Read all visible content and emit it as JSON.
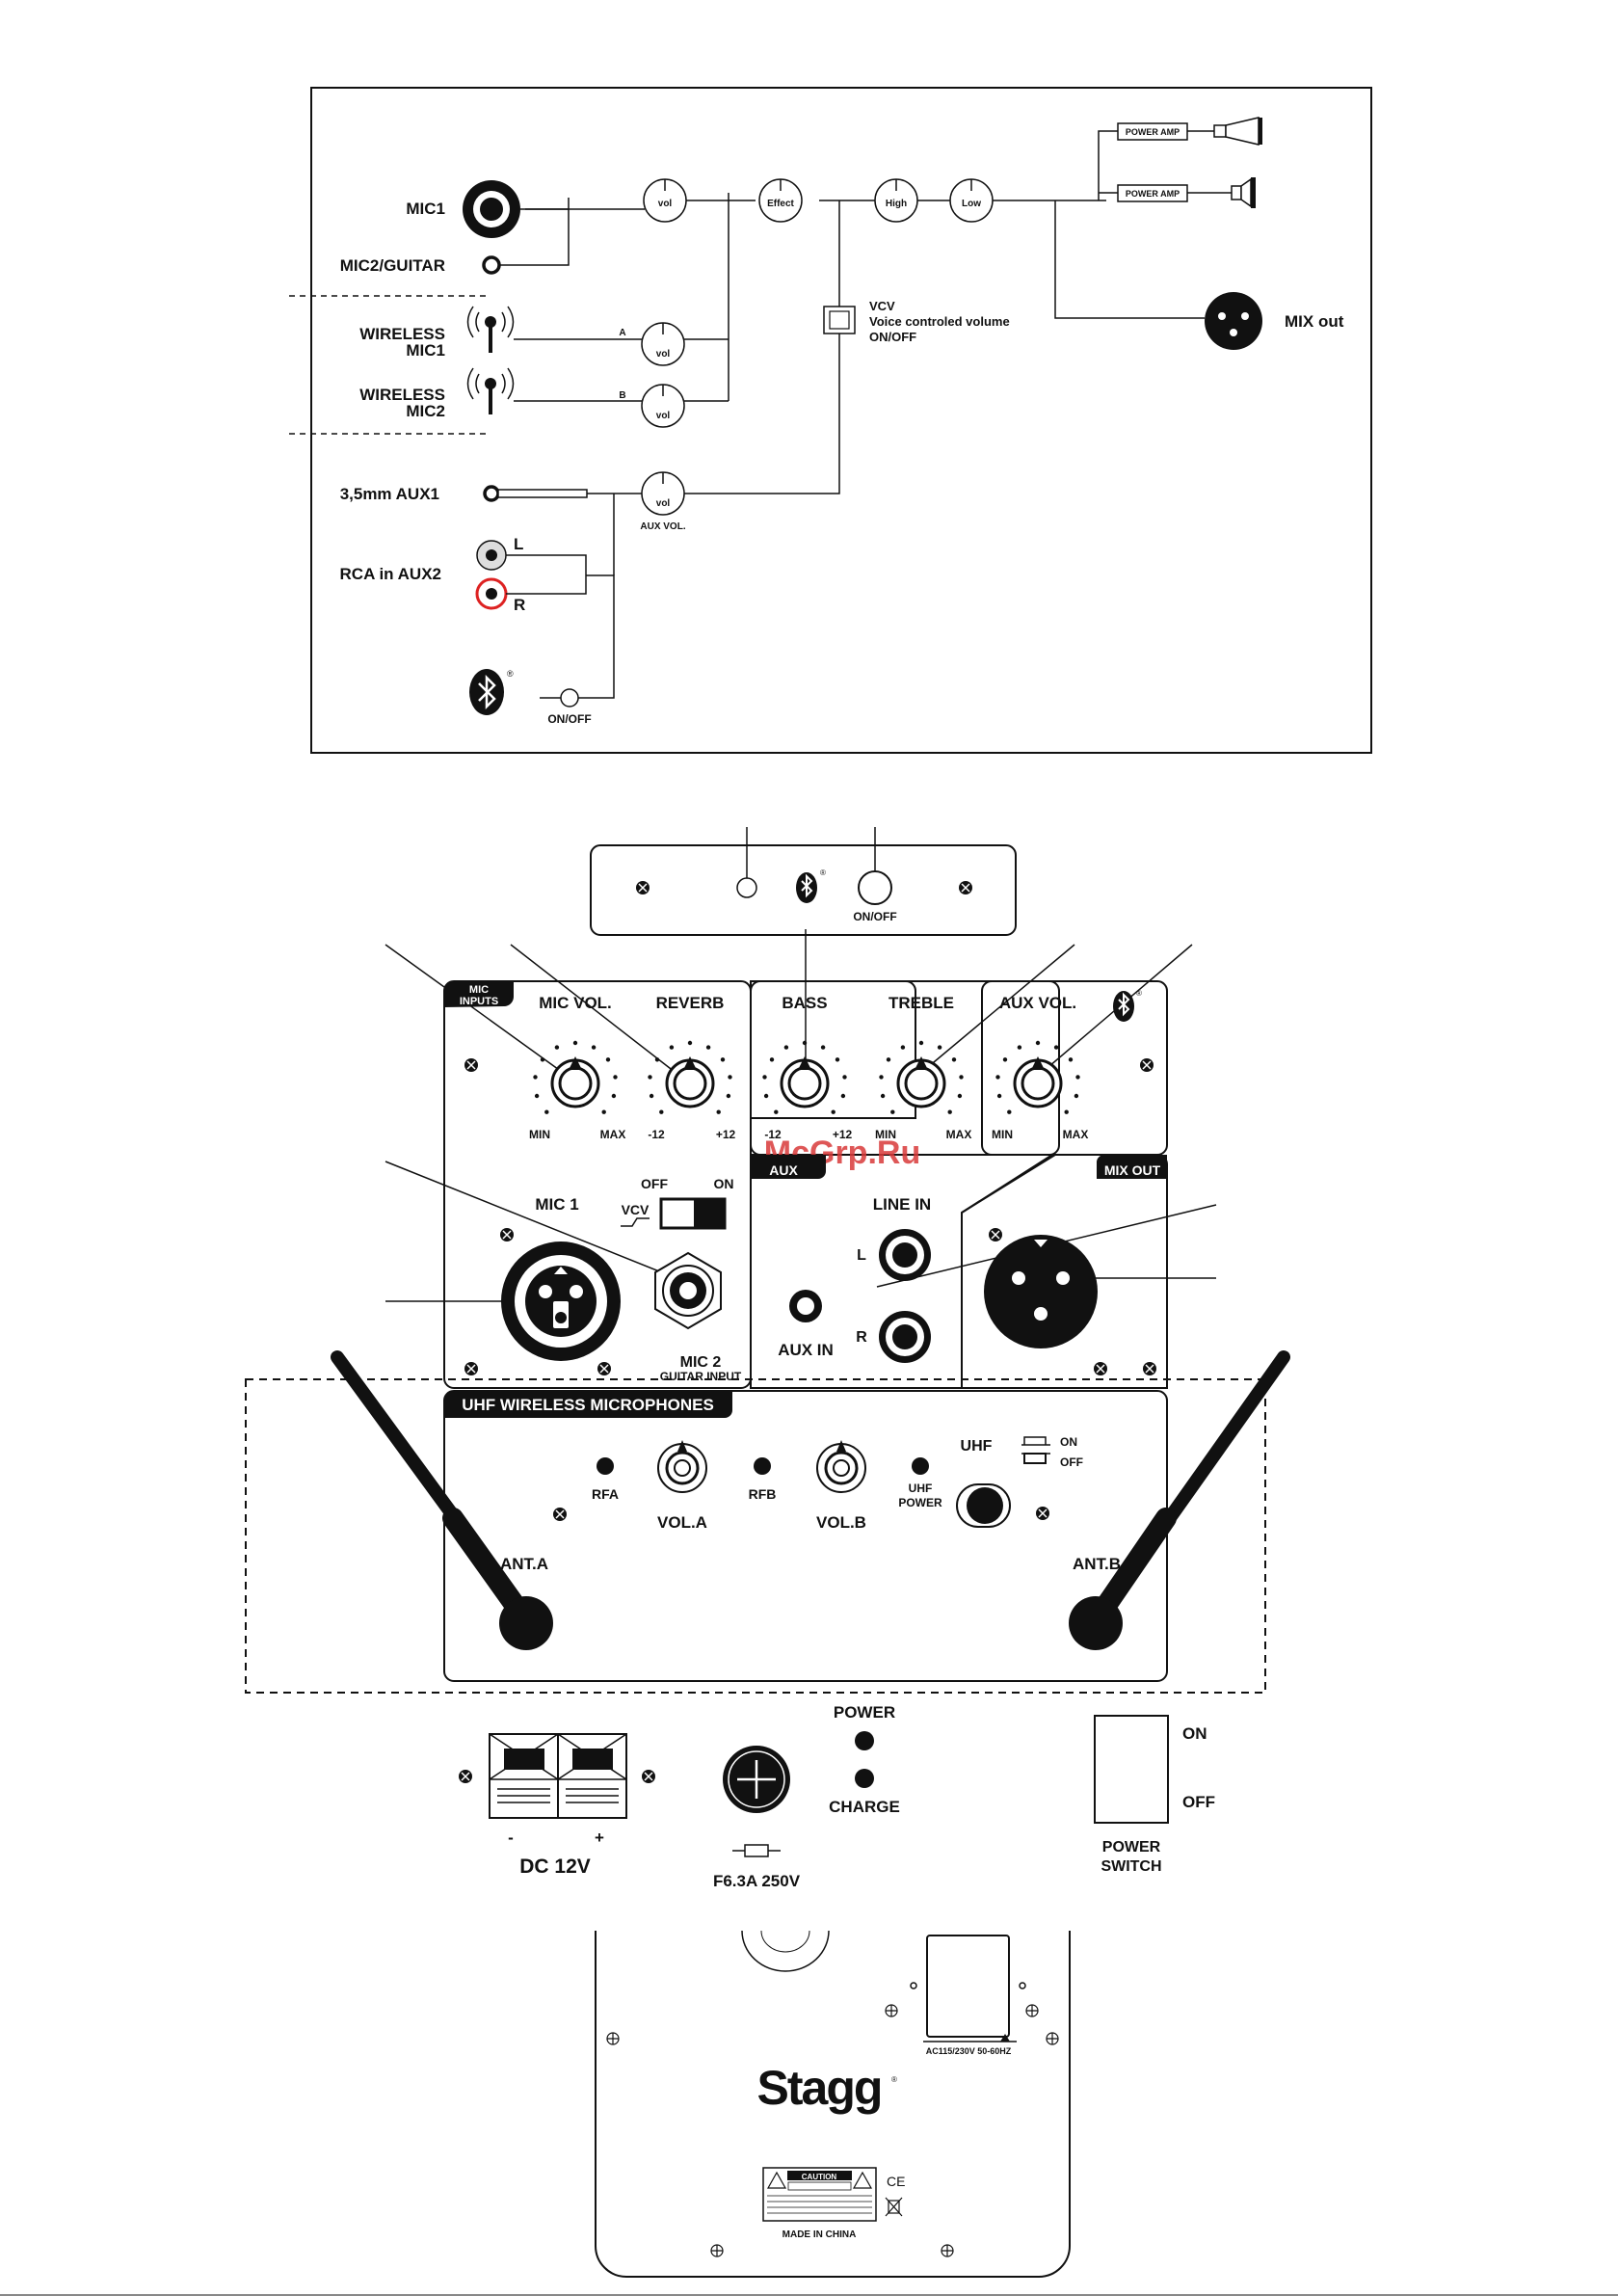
{
  "block_diagram": {
    "inputs": {
      "mic1": "MIC1",
      "mic2_guitar": "MIC2/GUITAR",
      "wireless1": [
        "WIRELESS",
        "MIC1"
      ],
      "wireless2": [
        "WIRELESS",
        "MIC2"
      ],
      "aux1": "3,5mm AUX1",
      "rca": "RCA in AUX2",
      "rca_l": "L",
      "rca_r": "R",
      "bt_onoff": "ON/OFF"
    },
    "knobs": {
      "vol": "vol",
      "effect": "Effect",
      "high": "High",
      "low": "Low",
      "aux_vol": "AUX VOL.",
      "ch_a": "A",
      "ch_b": "B"
    },
    "vcv": [
      "VCV",
      "Voice controled volume",
      "ON/OFF"
    ],
    "power_amp": "POWER AMP",
    "mix_out": "MIX out"
  },
  "bt_panel": {
    "onoff": "ON/OFF"
  },
  "control_panel": {
    "mic_inputs_badge": [
      "MIC",
      "INPUTS"
    ],
    "mic_vol": "MIC VOL.",
    "reverb": "REVERB",
    "bass": "BASS",
    "treble": "TREBLE",
    "aux_vol": "AUX VOL.",
    "min": "MIN",
    "max": "MAX",
    "minus12": "-12",
    "plus12": "+12",
    "watermark": "McGrp.Ru",
    "mic1": "MIC 1",
    "vcv": "VCV",
    "off": "OFF",
    "on": "ON",
    "mic2": "MIC 2",
    "guitar_input": "GUITAR INPUT",
    "aux_badge": "AUX",
    "line_in": "LINE IN",
    "l": "L",
    "r": "R",
    "aux_in": "AUX IN",
    "mix_out_badge": "MIX OUT"
  },
  "uhf_panel": {
    "title": "UHF WIRELESS MICROPHONES",
    "rfa": "RFA",
    "vol_a": "VOL.A",
    "rfb": "RFB",
    "vol_b": "VOL.B",
    "uhf_power": [
      "UHF",
      "POWER"
    ],
    "uhf": "UHF",
    "on": "ON",
    "off": "OFF",
    "ant_a": "ANT.A",
    "ant_b": "ANT.B"
  },
  "power_section": {
    "dc_minus": "-",
    "dc_plus": "+",
    "dc_label": "DC 12V",
    "fuse": "F6.3A 250V",
    "power": "POWER",
    "charge": "CHARGE",
    "on": "ON",
    "off": "OFF",
    "switch": [
      "POWER",
      "SWITCH"
    ]
  },
  "rear_panel": {
    "ac_label": "AC115/230V 50-60HZ",
    "brand": "Stagg",
    "caution": "CAUTION",
    "made_in": "MADE IN CHINA"
  }
}
